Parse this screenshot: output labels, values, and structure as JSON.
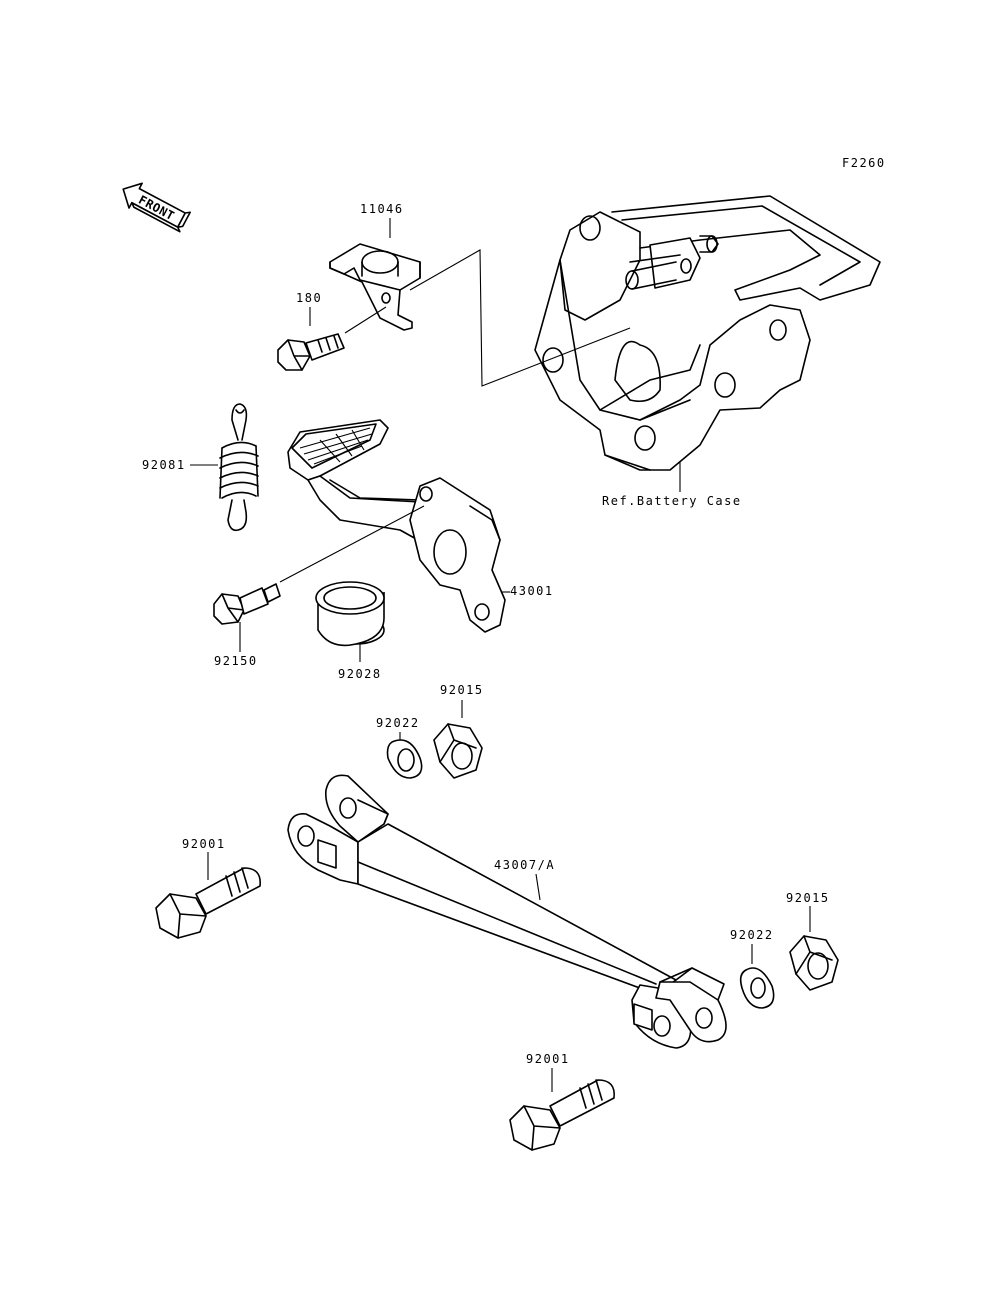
{
  "figure_code": "F2260",
  "front_label": "FRONT",
  "parts": {
    "bracket": "11046",
    "bolt_small": "180",
    "spring": "92081",
    "pedal": "43001",
    "pedal_bolt": "92150",
    "collar": "92028",
    "nut_top": "92015",
    "washer_top": "92022",
    "rod": "43007/A",
    "bolt_left": "92001",
    "washer_right": "92022",
    "nut_right": "92015",
    "bolt_bottom": "92001"
  },
  "reference": "Ref.Battery Case"
}
